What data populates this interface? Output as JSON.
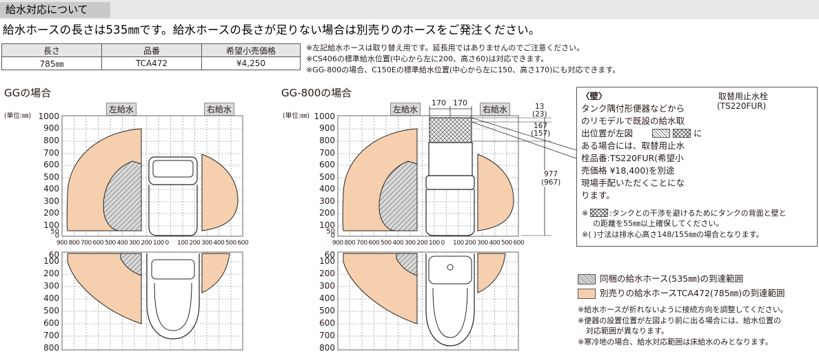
{
  "header": {
    "title": "給水対応について"
  },
  "headline": "給水ホースの長さは535㎜です。給水ホースの長さが足りない場合は別売りのホースをご発注ください。",
  "spec_table": {
    "headers": [
      "長さ",
      "品番",
      "希望小売価格"
    ],
    "rows": [
      [
        "785㎜",
        "TCA472",
        "¥4,250"
      ]
    ]
  },
  "top_notes": [
    "※左記給水ホースは取り替え用です。延長用ではありませんのでご注意ください。",
    "※CS406の標準給水位置(中心から左に200、高さ60)は対応できます。",
    "※GG-800の場合、C150Eの標準給水位置(中心から左に150、高さ170)にも対応できます。"
  ],
  "diagram_gg": {
    "title": "GGの場合",
    "unit": "(単位:㎜)",
    "left_label": "左給水",
    "right_label": "右給水",
    "y_ticks_upper": [
      "1000",
      "900",
      "800",
      "700",
      "600",
      "500",
      "400",
      "300",
      "200",
      "100",
      "50",
      "0"
    ],
    "x_ticks": [
      "900",
      "800",
      "700",
      "600",
      "500",
      "400",
      "300",
      "200",
      "100",
      "0",
      "100",
      "200",
      "300",
      "400",
      "500",
      "600"
    ],
    "y_ticks_lower": [
      "60",
      "100",
      "200",
      "300",
      "400",
      "500",
      "600",
      "700",
      "800"
    ]
  },
  "diagram_gg800": {
    "title": "GG-800の場合",
    "unit": "(単位:㎜)",
    "left_label": "左給水",
    "right_label": "右給水",
    "top_dims": [
      "170",
      "170"
    ],
    "right_dims": [
      "13",
      "(23)",
      "167",
      "(157)",
      "977",
      "(967)"
    ],
    "y_ticks_upper": [
      "1000",
      "900",
      "800",
      "700",
      "600",
      "500",
      "400",
      "300",
      "200",
      "100",
      "50",
      "0"
    ],
    "x_ticks": [
      "900",
      "800",
      "700",
      "600",
      "500",
      "400",
      "300",
      "200",
      "100",
      "0",
      "100",
      "200",
      "300",
      "400",
      "500",
      "600"
    ],
    "y_ticks_lower": [
      "60",
      "100",
      "200",
      "300",
      "400",
      "500",
      "600",
      "700",
      "800"
    ]
  },
  "callout": {
    "heading": "〈壁〉",
    "body_lines": [
      "タンク隅付形便器などから",
      "のリモデルで既設の給水取",
      "出位置が左図",
      "ある場合には、取替用止水",
      "栓品番:TS220FUR(希望小",
      "売価格 ¥18,400)を別途",
      "現場手配いただくことにな",
      "ります。"
    ],
    "body_line3_tail": "に",
    "faucet_label": "取替用止水栓",
    "faucet_code": "(TS220FUR)",
    "note1": "※",
    "note1_rest": ":タンクとの干渉を避けるためにタンクの背面と壁と",
    "note1_line2": "の距離を55㎜以上確保してください。",
    "note2": "※( )寸法は排水心高さ148/155㎜の場合となります。"
  },
  "legend": {
    "hatched": "同梱の給水ホース(535㎜)の到達範囲",
    "orange": "別売りの給水ホースTCA472(785㎜)の到達範囲"
  },
  "bottom_notes": [
    "※給水ホースが折れないように接続方向を調整してください。",
    "※便器の設置位置が左図より前に出る場合には、給水位置の",
    "対応範囲が異なります。",
    "※寒冷地の場合、給水対応範囲は床給水のみとなります。"
  ],
  "colors": {
    "orange": "#f5cfae",
    "hatch": "#9a9a9a",
    "header_bg": "#e8e8e8",
    "header_tab": "#c9c9c9"
  }
}
